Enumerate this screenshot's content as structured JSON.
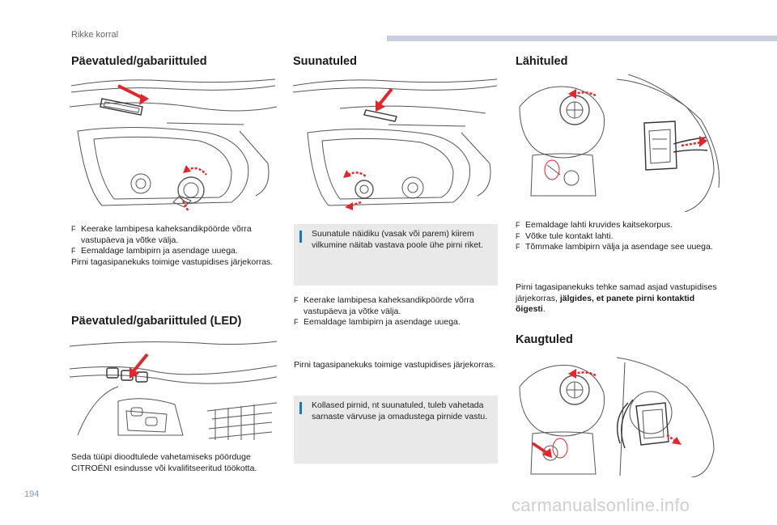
{
  "header": {
    "section_label": "Rikke korral"
  },
  "page_number": "194",
  "watermark": "carmanualsonline.info",
  "col1": {
    "title1": "Päevatuled/gabariittuled",
    "bullets1": [
      "Keerake lambipesa kaheksandikpöörde võrra vastupäeva ja võtke välja.",
      "Eemaldage lambipirn ja asendage uuega."
    ],
    "bullet_marker": "F",
    "note1": "Pirni tagasipanekuks toimige vastupidises järjekorras.",
    "title2": "Päevatuled/gabariittuled (LED)",
    "note2": "Seda tüüpi dioodtulede vahetamiseks pöörduge CITROËNI esindusse või kvalifitseeritud töökotta."
  },
  "col2": {
    "title": "Suunatuled",
    "info1": "Suunatule näidiku (vasak või parem) kiirem vilkumine näitab vastava poole ühe pirni riket.",
    "bullets": [
      "Keerake lambipesa kaheksandikpöörde võrra vastupäeva ja võtke välja.",
      "Eemaldage lambipirn ja asendage uuega."
    ],
    "note": "Pirni tagasipanekuks toimige vastupidises järjekorras.",
    "info2": "Kollased pirnid, nt suunatuled, tuleb vahetada sarnaste värvuse ja omadustega pirnide vastu."
  },
  "col3": {
    "title1": "Lähituled",
    "bullets": [
      "Eemaldage lahti kruvides kaitsekorpus.",
      "Võtke tule kontakt lahti.",
      "Tõmmake lambipirn välja ja asendage see uuega."
    ],
    "note_plain": "Pirni tagasipanekuks tehke samad asjad vastupidises järjekorras,",
    "note_bold": "jälgides, et panete pirni kontaktid õigesti",
    "note_end": ".",
    "title2": "Kaugtuled"
  },
  "colors": {
    "accent_blue": "#1b75bb",
    "arrow_red": "#e3262b",
    "info_bg": "#e9e9e9"
  }
}
